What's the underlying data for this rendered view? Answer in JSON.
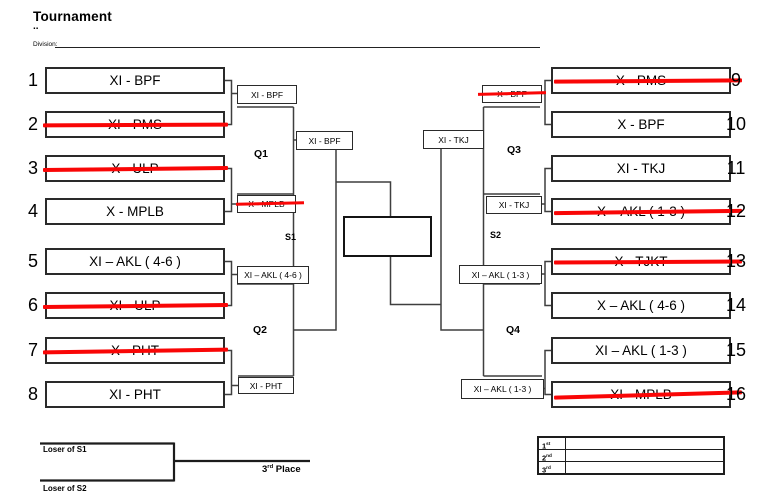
{
  "title": "Tournament",
  "subtitle": "..",
  "division_label": "Division:",
  "colors": {
    "strike_red": "#f90606",
    "line_gray": "#3f3f3f",
    "border_black": "#2a2a2a"
  },
  "teams": [
    {
      "seed": "1",
      "name": "XI - BPF",
      "eliminated": false
    },
    {
      "seed": "2",
      "name": "XI - PMS",
      "eliminated": true
    },
    {
      "seed": "3",
      "name": "X - ULP",
      "eliminated": true
    },
    {
      "seed": "4",
      "name": "X - MPLB",
      "eliminated": false
    },
    {
      "seed": "5",
      "name": "XI – AKL ( 4-6 )",
      "eliminated": false
    },
    {
      "seed": "6",
      "name": "XI - ULP",
      "eliminated": true
    },
    {
      "seed": "7",
      "name": "X - PHT",
      "eliminated": true
    },
    {
      "seed": "8",
      "name": "XI - PHT",
      "eliminated": false
    },
    {
      "seed": "9",
      "name": "X - PMS",
      "eliminated": true
    },
    {
      "seed": "10",
      "name": "X - BPF",
      "eliminated": false
    },
    {
      "seed": "11",
      "name": "XI - TKJ",
      "eliminated": false
    },
    {
      "seed": "12",
      "name": "X – AKL ( 1-3 )",
      "eliminated": true
    },
    {
      "seed": "13",
      "name": "X - TJKT",
      "eliminated": true
    },
    {
      "seed": "14",
      "name": "X – AKL ( 4-6 )",
      "eliminated": false
    },
    {
      "seed": "15",
      "name": "XI – AKL ( 1-3 )",
      "eliminated": false
    },
    {
      "seed": "16",
      "name": "XI - MPLB",
      "eliminated": true
    }
  ],
  "round1_winners": [
    {
      "label": "XI - BPF",
      "eliminated": false
    },
    {
      "label": "X - MPLB",
      "eliminated": true
    },
    {
      "label": "XI – AKL ( 4-6 )",
      "eliminated": false
    },
    {
      "label": "XI - PHT",
      "eliminated": false
    },
    {
      "label": "X - BPF",
      "eliminated": true
    },
    {
      "label": "XI - TKJ",
      "eliminated": false
    },
    {
      "label": "XI – AKL ( 1-3 )",
      "eliminated": false
    },
    {
      "label": "XI – AKL ( 1-3 )",
      "eliminated": false
    }
  ],
  "semifinalists": [
    {
      "label": "XI - BPF"
    },
    {
      "label": "XI - TKJ"
    }
  ],
  "brackets": {
    "q1": "Q1",
    "q2": "Q2",
    "q3": "Q3",
    "q4": "Q4",
    "s1": "S1",
    "s2": "S2"
  },
  "final": {
    "champion": ""
  },
  "third_place": {
    "loser_s1": "Loser of S1",
    "loser_s2": "Loser of S2",
    "place_num": "3",
    "place_suffix": "rd",
    "place_word": " Place"
  },
  "standings": {
    "rows": [
      {
        "num": "1",
        "suffix": "st",
        "value": ""
      },
      {
        "num": "2",
        "suffix": "nd",
        "value": ""
      },
      {
        "num": "3",
        "suffix": "rd",
        "value": ""
      }
    ]
  }
}
